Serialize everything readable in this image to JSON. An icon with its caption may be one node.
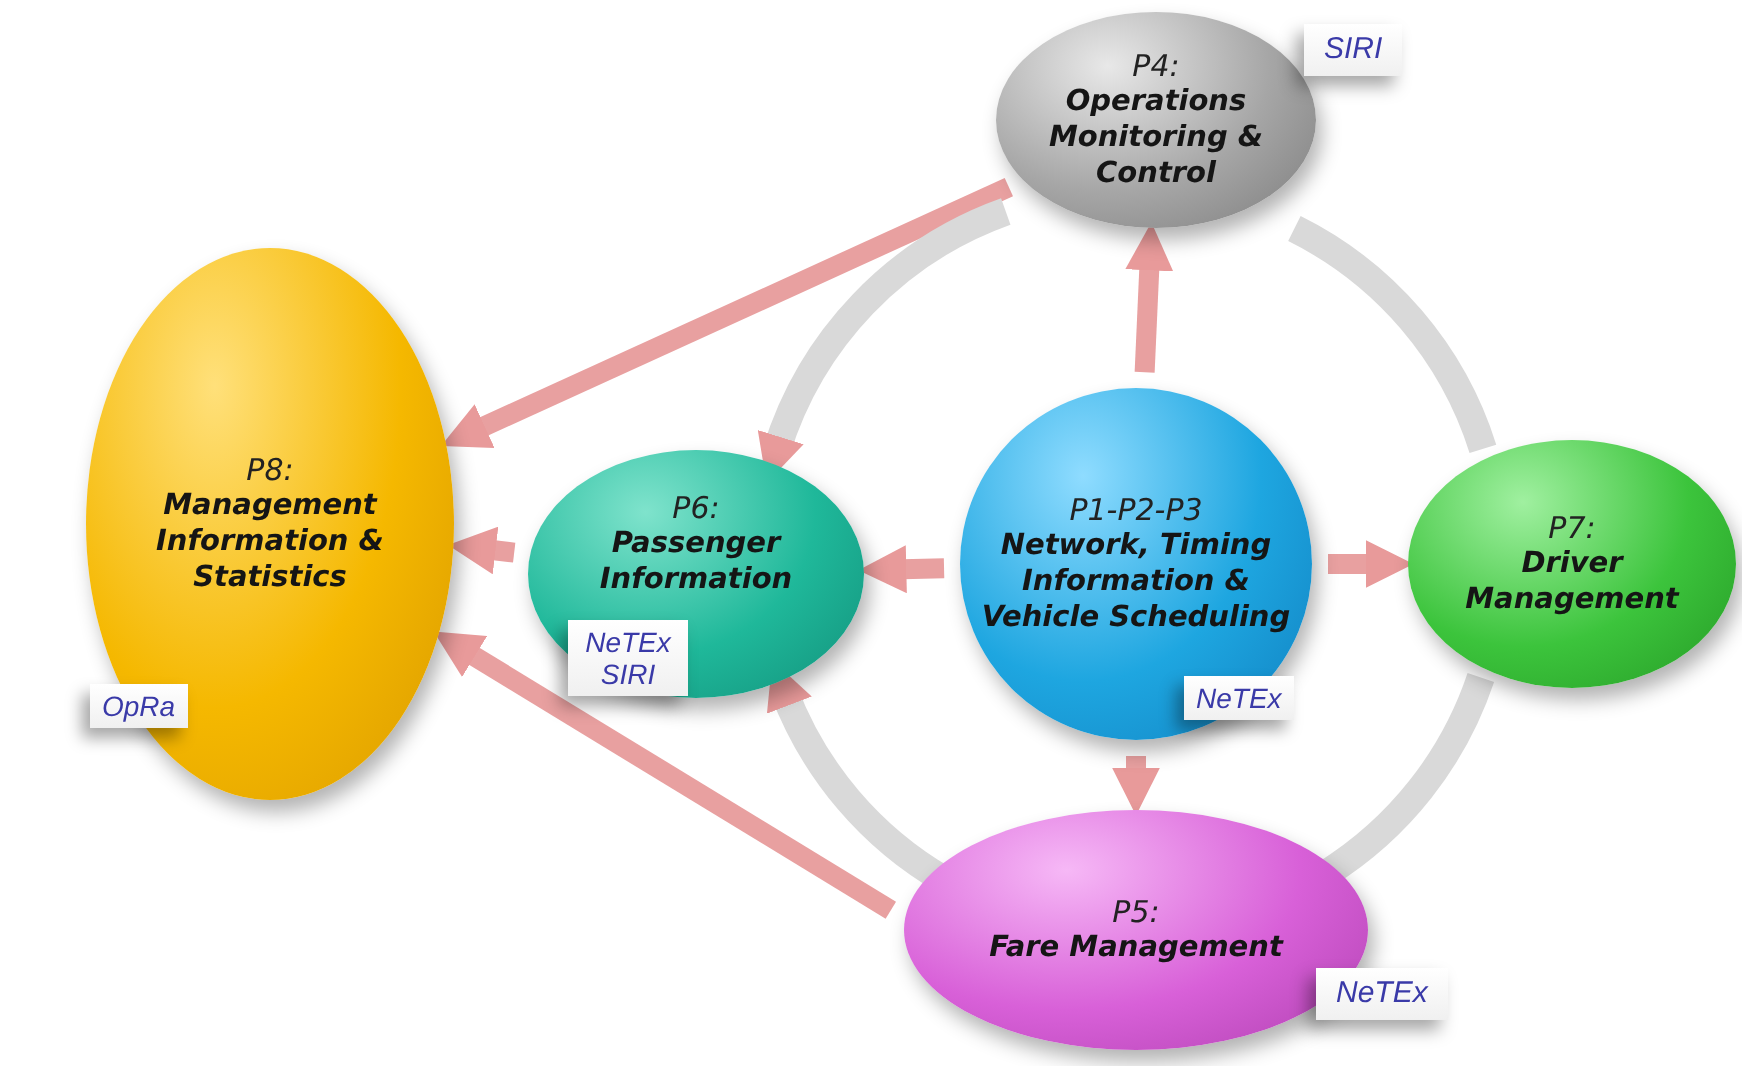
{
  "diagram": {
    "nodes": [
      {
        "text": [
          "P4:",
          "Operations Monitoring & Control"
        ],
        "beside": [
          "SIRI"
        ]
      },
      {
        "text": [
          "P8:",
          "Management Information & Statistics",
          "OpRa"
        ]
      },
      {
        "text": [
          "P6:",
          "Passenger Information",
          "NeTEx SIRI"
        ]
      },
      {
        "text": [
          "P1-P2-P3",
          "Network, Timing Information & Vehicle Scheduling",
          "NeTEx"
        ]
      },
      {
        "text": [
          "P7:",
          "Driver Management"
        ]
      },
      {
        "text": [
          "P5:",
          "Fare Management"
        ],
        "beside": [
          "NeTEx"
        ]
      }
    ],
    "edges": [
      {
        "from": 0,
        "to": 1,
        "arrow": "to"
      },
      {
        "from": 3,
        "to": 0,
        "arrow": "to"
      },
      {
        "from": 3,
        "to": 2,
        "arrow": "to"
      },
      {
        "from": 3,
        "to": 4,
        "arrow": "to"
      },
      {
        "from": 3,
        "to": 5,
        "arrow": "to"
      },
      {
        "from": 2,
        "to": 1,
        "arrow": "to"
      },
      {
        "from": 5,
        "to": 1,
        "arrow": "to"
      },
      {
        "from": 0,
        "to": 2,
        "arrow": "to",
        "color": "#d9d9d9"
      },
      {
        "from": 5,
        "to": 2,
        "arrow": "to",
        "color": "#d9d9d9"
      },
      {
        "from": 0,
        "to": 4,
        "arrow": "none",
        "color": "#d9d9d9"
      },
      {
        "from": 4,
        "to": 5,
        "arrow": "none",
        "color": "#d9d9d9"
      }
    ]
  }
}
